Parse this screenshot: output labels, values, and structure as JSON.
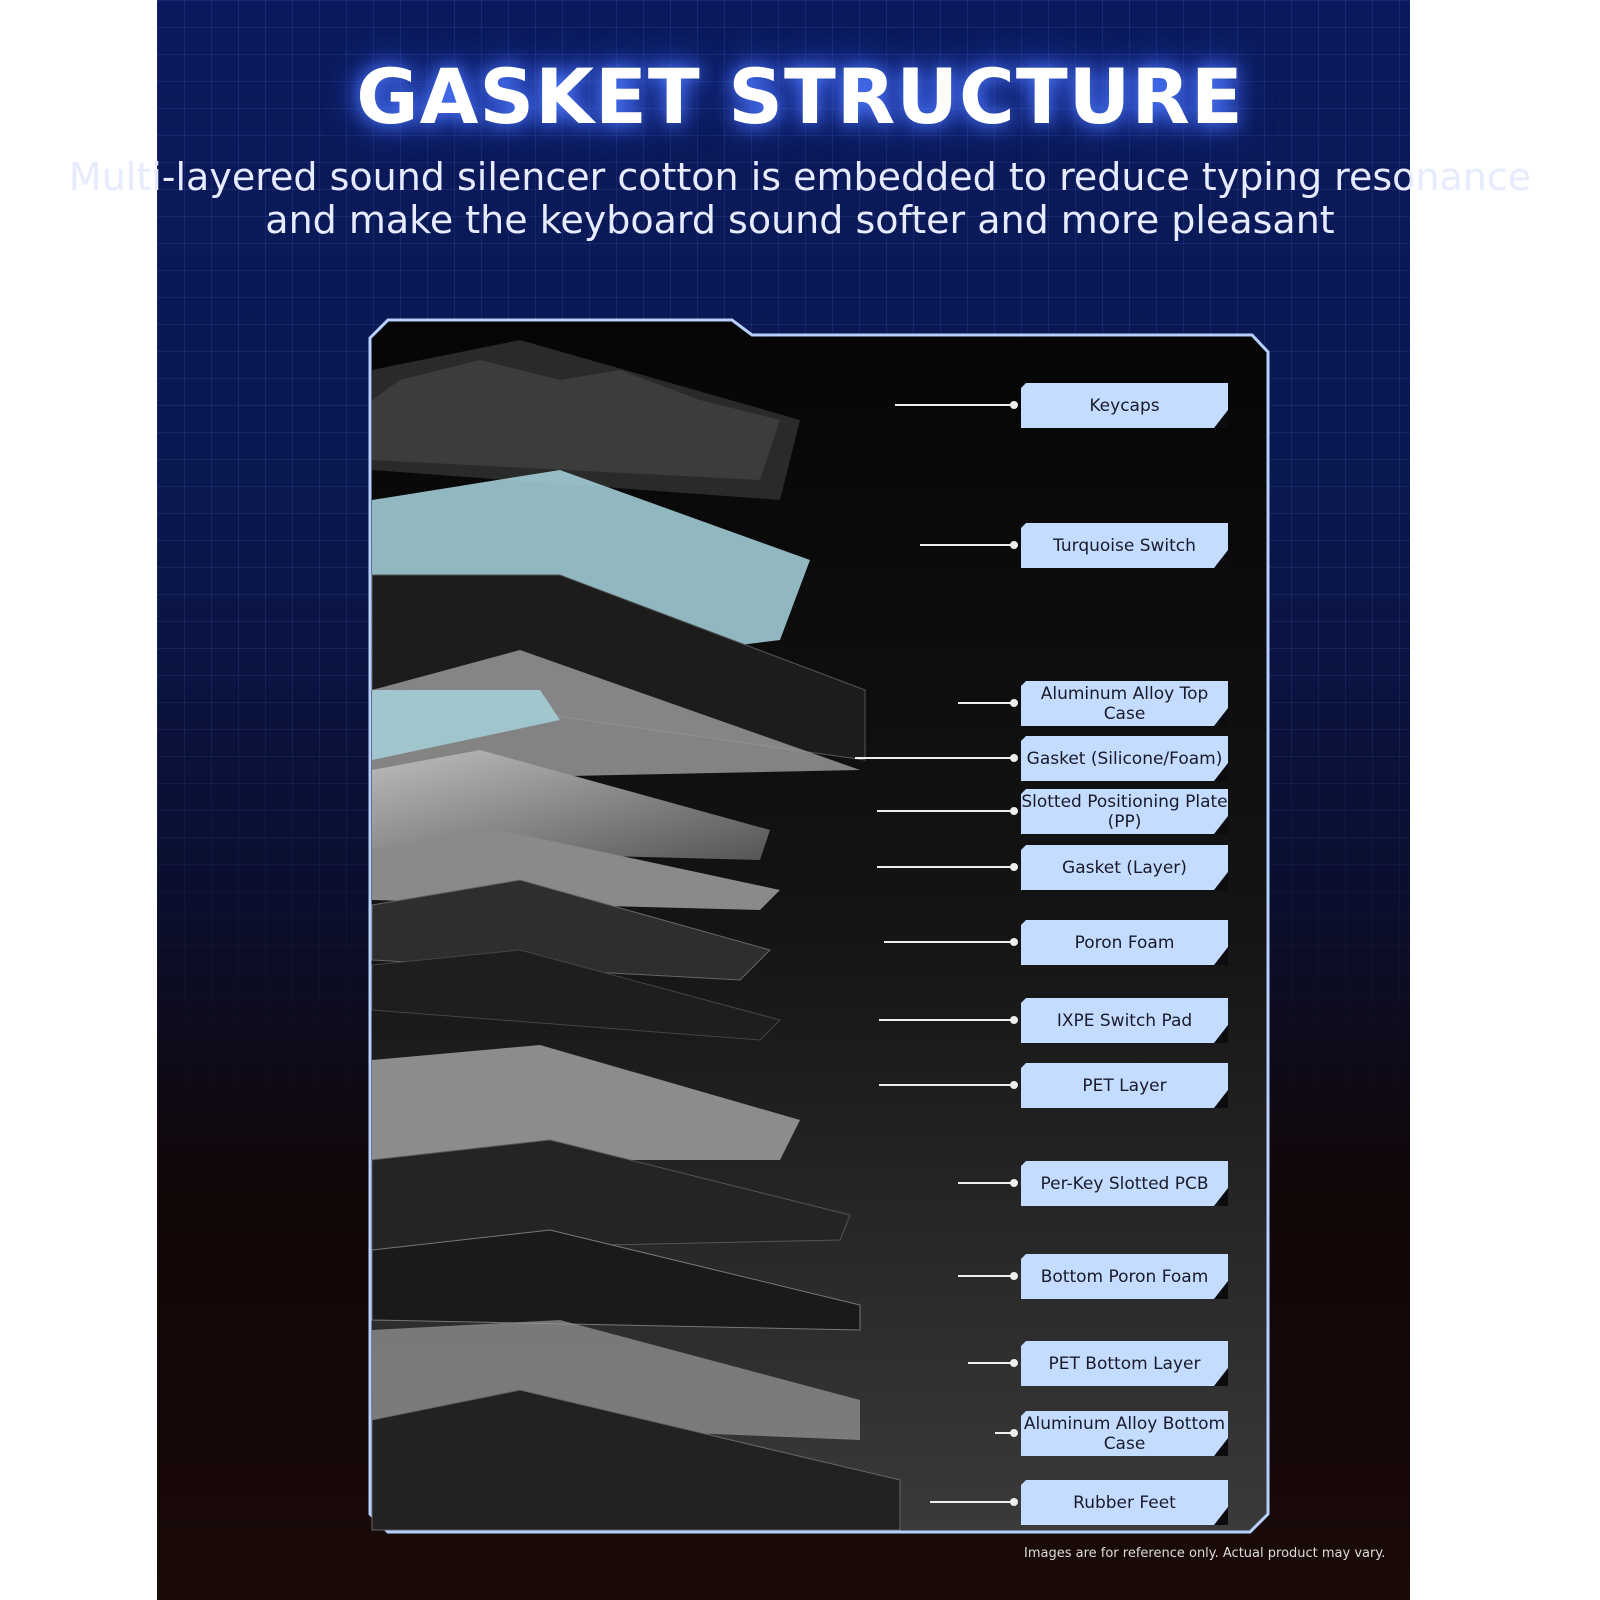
{
  "title": "GASKET STRUCTURE",
  "subtitle": "Multi-layered sound silencer cotton is embedded to reduce typing resonance and make the keyboard sound softer and more pleasant",
  "layers": [
    {
      "label": "Keycaps"
    },
    {
      "label": "Turquoise Switch"
    },
    {
      "label": "Aluminum Alloy Top Case"
    },
    {
      "label": "Gasket (Silicone/Foam)"
    },
    {
      "label": "Slotted Positioning Plate (PP)"
    },
    {
      "label": "Gasket (Layer)"
    },
    {
      "label": "Poron Foam"
    },
    {
      "label": "IXPE Switch Pad"
    },
    {
      "label": "PET Layer"
    },
    {
      "label": "Per-Key Slotted PCB"
    },
    {
      "label": "Bottom Poron Foam"
    },
    {
      "label": "PET Bottom Layer"
    },
    {
      "label": "Aluminum Alloy Bottom Case"
    },
    {
      "label": "Rubber Feet"
    }
  ],
  "disclaimer": "Images are for reference only. Actual product may vary.",
  "colors": {
    "label_bg": "#c3dcff",
    "title_glow": "#4f7bff",
    "panel_border": "#b8d0ff"
  }
}
